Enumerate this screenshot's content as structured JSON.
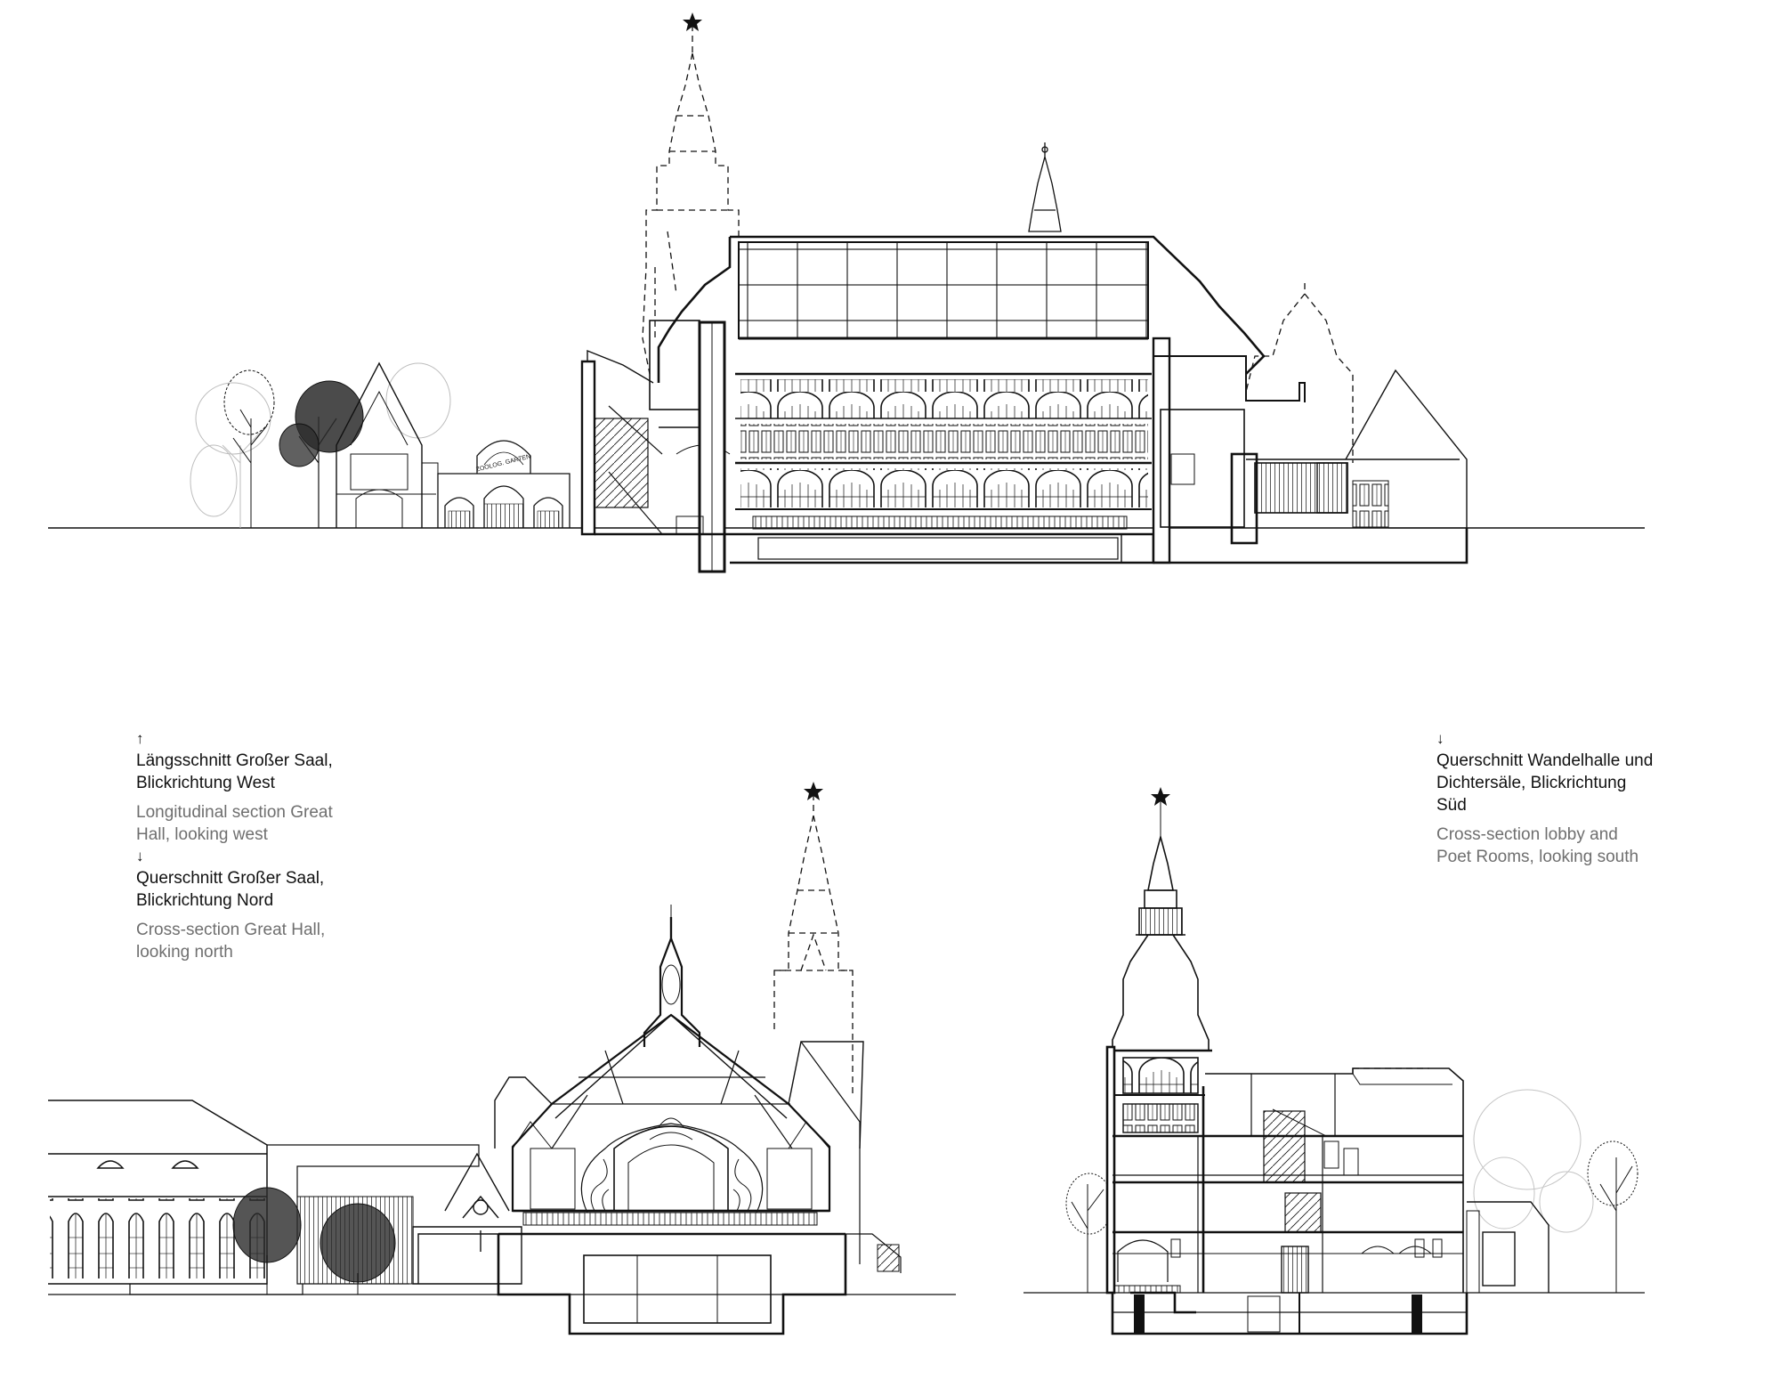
{
  "captions": {
    "left": {
      "arrow1": "↑",
      "de1": [
        "Längsschnitt Großer Saal,",
        "Blickrichtung West"
      ],
      "en1": [
        "Longitudinal section Great",
        "Hall, looking west"
      ],
      "arrow2": "↓",
      "de2": [
        "Querschnitt Großer Saal,",
        "Blickrichtung Nord"
      ],
      "en2": [
        "Cross-section Great Hall,",
        "looking north"
      ]
    },
    "right": {
      "arrow": "↓",
      "de": [
        "Querschnitt Wandelhalle und",
        "Dichtersäle, Blickrichtung",
        "Süd"
      ],
      "en": [
        "Cross-section lobby and",
        "Poet Rooms, looking south"
      ]
    }
  },
  "drawing_labels": {
    "zoo_gate": "ZOOLOG. GARTEN"
  },
  "colors": {
    "ink": "#111111",
    "caption_grey": "#6f6f6f",
    "tree_grey": "#c8c8c8"
  }
}
